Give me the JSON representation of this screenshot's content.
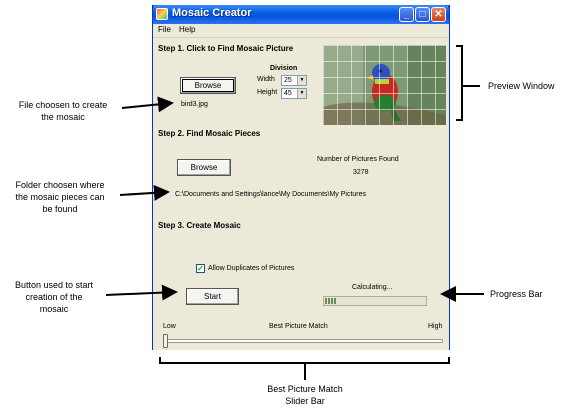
{
  "window": {
    "title": "Mosaic Creator",
    "controls": {
      "minimize": "_",
      "maximize": "□",
      "close": "✕"
    }
  },
  "menu": {
    "items": [
      "File",
      "Help"
    ]
  },
  "step1": {
    "heading": "Step 1. Click to Find Mosaic Picture",
    "browse_label": "Browse",
    "filename": "bird3.jpg",
    "division_label": "Division",
    "width_label": "Width",
    "width_value": "25",
    "height_label": "Height",
    "height_value": "45"
  },
  "step2": {
    "heading": "Step 2. Find Mosaic Pieces",
    "browse_label": "Browse",
    "found_label": "Number of Pictures Found",
    "found_count": "3278",
    "folder_path": "C:\\Documents and Settings\\lance\\My Documents\\My Pictures"
  },
  "step3": {
    "heading": "Step 3. Create Mosaic",
    "allow_duplicates_label": "Allow Duplicates of Pictures",
    "allow_duplicates_checked": true,
    "start_label": "Start",
    "status_text": "Calculating...",
    "progress_fraction": 0.12
  },
  "slider": {
    "low_label": "Low",
    "title": "Best Picture Match",
    "high_label": "High",
    "value_fraction": 0.0
  },
  "annotations": {
    "preview": "Preview Window",
    "file": [
      "File choosen to create",
      "the mosaic"
    ],
    "folder": [
      "Folder choosen where",
      "the mosaic pieces can",
      "be found"
    ],
    "button": [
      "Button used to start",
      "creation of the",
      "mosaic"
    ],
    "progress": "Progress Bar",
    "slider": [
      "Best Picture Match",
      "Slider Bar"
    ]
  }
}
